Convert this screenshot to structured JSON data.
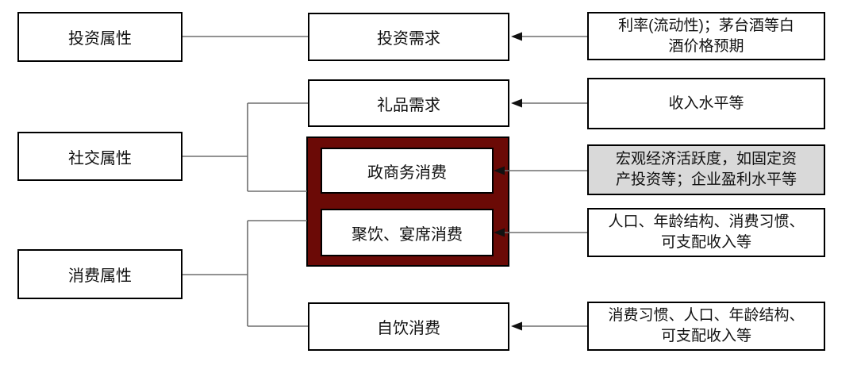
{
  "diagram": {
    "attributes": [
      {
        "label": "投资属性"
      },
      {
        "label": "社交属性"
      },
      {
        "label": "消费属性"
      }
    ],
    "demands": {
      "investment": "投资需求",
      "gift": "礼品需求",
      "gov_business": "政商务消费",
      "banquet": "聚饮、宴席消费",
      "self_drink": "自饮消费"
    },
    "drivers": [
      {
        "lines": [
          "利率(流动性)；茅台酒等白",
          "酒价格预期"
        ],
        "highlighted": false
      },
      {
        "lines": [
          "收入水平等"
        ],
        "highlighted": false
      },
      {
        "lines": [
          "宏观经济活跃度，如固定资",
          "产投资等；企业盈利水平等"
        ],
        "highlighted": true
      },
      {
        "lines": [
          "人口、年龄结构、消费习惯、",
          "可支配收入等"
        ],
        "highlighted": false
      },
      {
        "lines": [
          "消费习惯、人口、年龄结构、",
          "可支配收入等"
        ],
        "highlighted": false
      }
    ],
    "colors": {
      "group_fill": "#6b0a06",
      "driver_highlight_fill": "#d9d9d9",
      "line": "#6e6e6e",
      "arrowhead": "#111111",
      "box_border": "#000000"
    }
  }
}
